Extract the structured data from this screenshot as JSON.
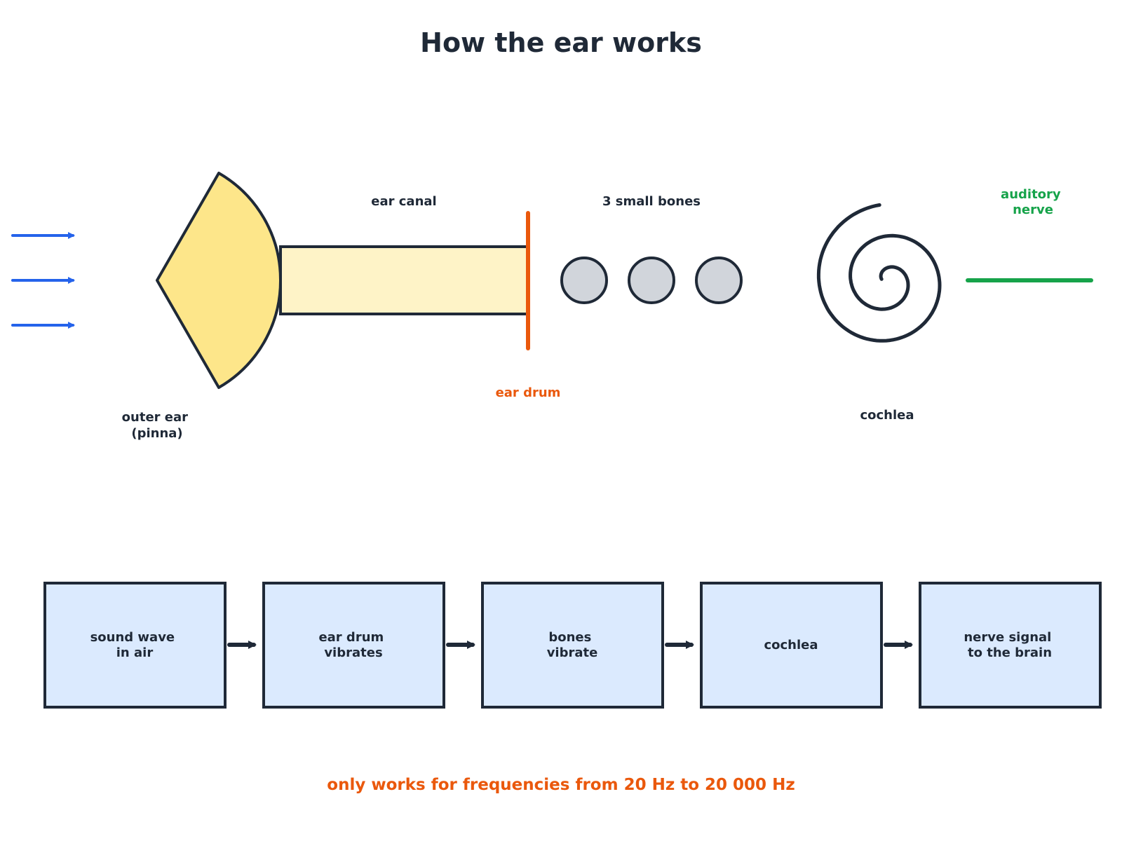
{
  "title": "How the ear works",
  "colors": {
    "ink": "#1f2937",
    "sound_wave": "#2563eb",
    "ear_drum": "#ea580c",
    "nerve": "#16a34a",
    "outer_ear_fill": "#fde68a",
    "canal_fill": "#fef3c7",
    "bone_fill": "#d1d5db",
    "box_fill": "#dbeafe"
  },
  "anatomy": {
    "outer_ear": [
      "outer ear",
      "(pinna)"
    ],
    "ear_canal": "ear canal",
    "ear_drum": "ear drum",
    "bones": "3 small bones",
    "cochlea": "cochlea",
    "auditory_nerve": [
      "auditory",
      "nerve"
    ]
  },
  "sound_wave_arrow_count": 3,
  "bone_count": 3,
  "flow_steps": [
    [
      "sound wave",
      "in air"
    ],
    [
      "ear drum",
      "vibrates"
    ],
    [
      "bones",
      "vibrate"
    ],
    [
      "cochlea"
    ],
    [
      "nerve signal",
      "to the brain"
    ]
  ],
  "note": "only works for frequencies from 20 Hz to 20 000 Hz"
}
